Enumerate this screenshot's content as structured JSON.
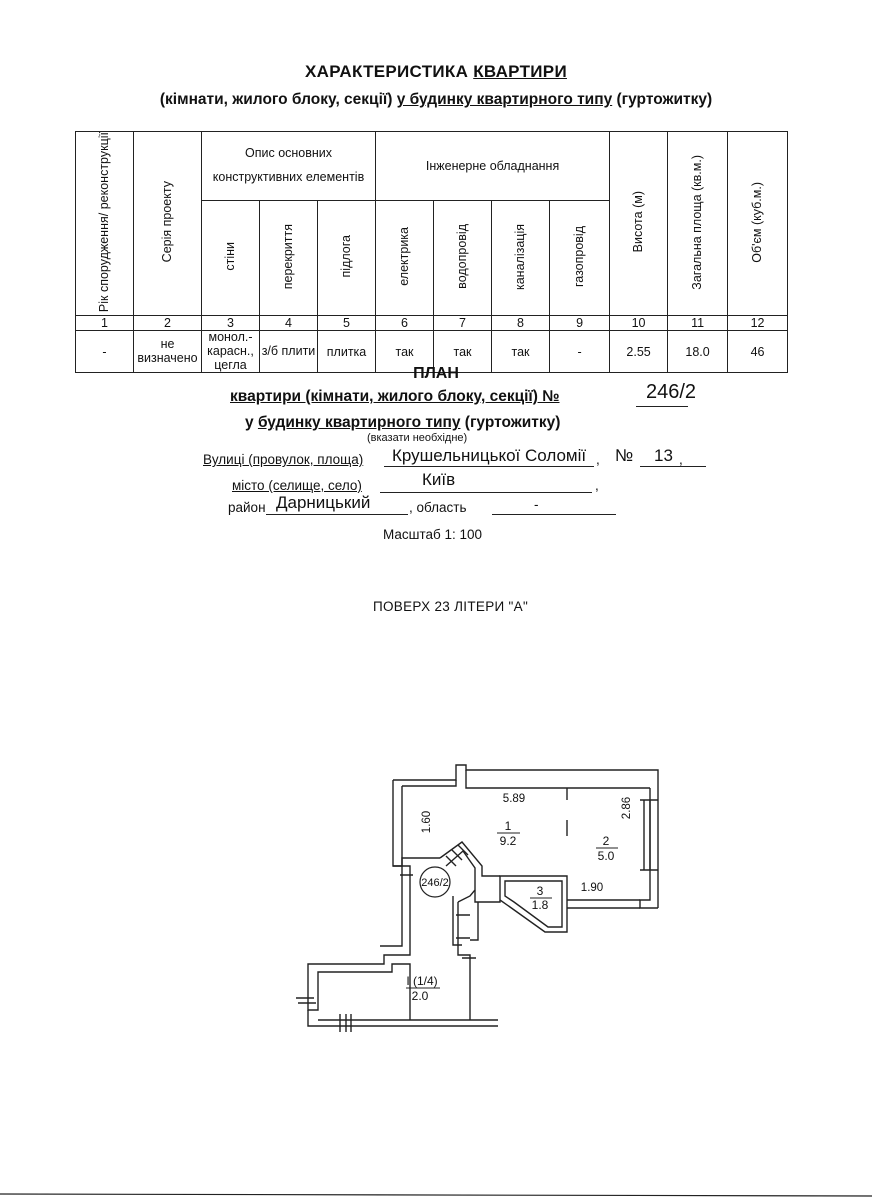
{
  "header": {
    "title_prefix": "ХАРАКТЕРИСТИКА",
    "title_word": "КВАРТИРИ",
    "subtitle_a": "(кімнати, жилого блоку, секції)",
    "subtitle_b": "у будинку квартирного типу",
    "subtitle_c": "(гуртожитку)"
  },
  "table": {
    "col_headers": {
      "c1": "Рік спорудження/ реконструкції",
      "c2": "Серія проекту",
      "group_structure": "Опис основних конструктивних елементів",
      "group_engineering": "Інженерне обладнання",
      "c3": "стіни",
      "c4": "перекриття",
      "c5": "підлога",
      "c6": "електрика",
      "c7": "водопровід",
      "c8": "каналізація",
      "c9": "газопровід",
      "c10": "Висота (м)",
      "c11": "Загальна площа (кв.м.)",
      "c12": "Об'єм (куб.м.)"
    },
    "numbers": [
      "1",
      "2",
      "3",
      "4",
      "5",
      "6",
      "7",
      "8",
      "9",
      "10",
      "11",
      "12"
    ],
    "values": {
      "v1": "-",
      "v2": "не визначено",
      "v3": "монол.-караcн., цегла",
      "v4": "з/б плити",
      "v5": "плитка",
      "v6": "так",
      "v7": "так",
      "v8": "так",
      "v9": "-",
      "v10": "2.55",
      "v11": "18.0",
      "v12": "46"
    }
  },
  "plan": {
    "title": "ПЛАН",
    "line2": "квартири (кімнати, жилого блоку, секції) №",
    "number": "246/2",
    "line3_a": "у",
    "line3_b": "будинку квартирного типу",
    "line3_c": "(гуртожитку)",
    "hint": "(вказати необхідне)",
    "street_label": "Вулиці (провулок, площа)",
    "street_value": "Крушельницької Соломії",
    "no_label": "№",
    "no_value": "13",
    "city_label": "місто (селище, село)",
    "city_value": "Київ",
    "district_label": "район",
    "district_value": "Дарницький",
    "region_label": ", область",
    "region_value": "-",
    "scale": "Масштаб 1: 100",
    "floor": "ПОВЕРХ  23  ЛІТЕРИ \"А\""
  },
  "floorplan": {
    "dim_top": "5.89",
    "dim_left": "1.60",
    "dim_right": "2.86",
    "dim_bottom": "1.90",
    "room1_num": "1",
    "room1_area": "9.2",
    "room2_num": "2",
    "room2_area": "5.0",
    "room3_num": "3",
    "room3_area": "1.8",
    "corridor_num": "I (1/4)",
    "corridor_area": "2.0",
    "apt_label": "246/2"
  }
}
